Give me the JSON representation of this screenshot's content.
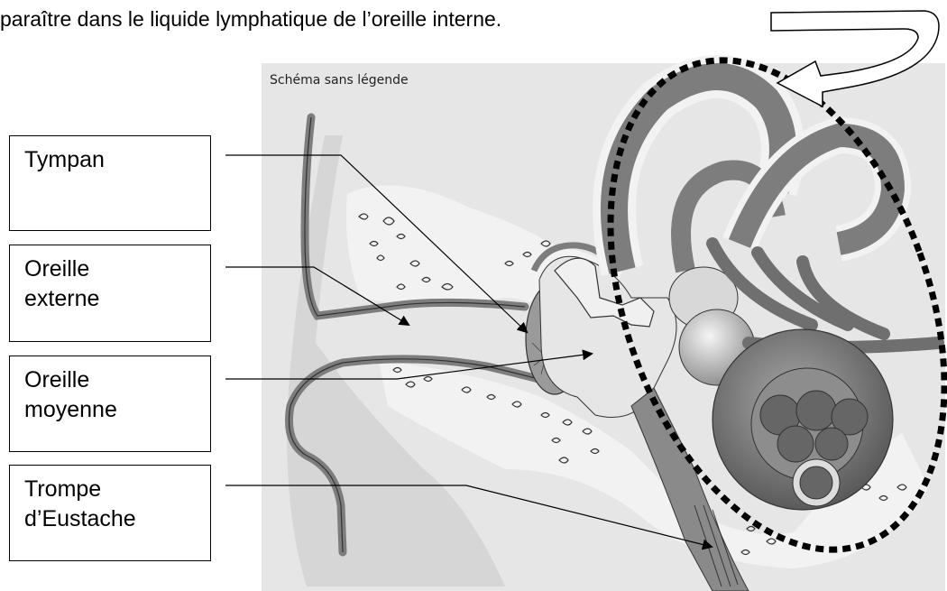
{
  "intro_text": "paraître dans le liquide lymphatique de l’oreille interne.",
  "schema_title": "Schéma sans légende",
  "labels": [
    {
      "line1": "Tympan",
      "line2": ""
    },
    {
      "line1": "Oreille",
      "line2": "externe"
    },
    {
      "line1": "Oreille",
      "line2": "moyenne"
    },
    {
      "line1": "Trompe",
      "line2": "d’Eustache"
    }
  ],
  "colors": {
    "tissue": "#7d7d7d",
    "background_panel": "#e6e6e6",
    "fluid": "#b9b9b9",
    "outline": "#000000"
  }
}
